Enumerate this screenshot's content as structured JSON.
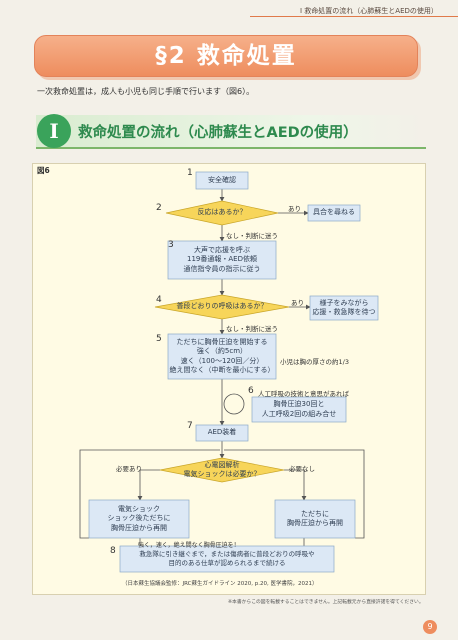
{
  "running_head": "Ⅰ 救命処置の流れ（心肺蘇生とAEDの使用）",
  "section_title": "§2 救命処置",
  "intro_text": "一次救命処置は，成人も小児も同じ手順で行います（図6）。",
  "heading": {
    "numeral": "Ⅰ",
    "title": "救命処置の流れ（心肺蘇生とAEDの使用）"
  },
  "figure": {
    "label": "図6",
    "steps": {
      "s1": {
        "num": "1",
        "text": "安全確認"
      },
      "s2": {
        "num": "2",
        "text": "反応はあるか？"
      },
      "s3": {
        "num": "3",
        "text": "大声で応援を呼ぶ\n119番通報・AED依頼\n通信指令員の指示に従う"
      },
      "s4": {
        "num": "4",
        "text": "普段どおりの呼吸はあるか？"
      },
      "s5": {
        "num": "5",
        "text": "ただちに胸骨圧迫を開始する\n強く（約5cm）\n速く（100～120回／分）\n絶え間なく（中断を最小にする）"
      },
      "s6": {
        "num": "6",
        "caption": "人工呼吸の技術と意思があれば",
        "text": "胸骨圧迫30回と\n人工呼吸2回の組み合せ"
      },
      "s7": {
        "num": "7",
        "text": "AED装着"
      },
      "ecg": {
        "text": "心電図解析\n電気ショックは必要か？"
      },
      "shock": {
        "text": "電気ショック\nショック後ただちに\n胸骨圧迫から再開"
      },
      "noshock": {
        "text": "ただちに\n胸骨圧迫から再開"
      },
      "s8": {
        "num": "8",
        "text": "救急隊に引き継ぐまで，または傷病者に普段どおりの呼吸や\n目的のある仕草が認められるまで続ける"
      }
    },
    "right_boxes": {
      "r1": "具合を尋ねる",
      "r2": "様子をみながら\n応援・救急隊を待つ"
    },
    "labels": {
      "yes1": "あり",
      "no1": "なし・判断に迷う",
      "yes2": "あり",
      "no2": "なし・判断に迷う",
      "child_note": "小児は胸の厚さの約1/3",
      "need": "必要あり",
      "noneed": "必要なし",
      "continue": "強く，速く，絶え間なく胸骨圧迫を！"
    },
    "citation": "（日本蘇生協議会監修：JRC蘇生ガイドライン 2020, p.20, 医学書院，2021）"
  },
  "footnote": "※本書からこの図を転載することはできません。上記転載元から直接許諾を得てください。",
  "page_number": "9",
  "colors": {
    "orange": "#ee8d5e",
    "green": "#3aa35b",
    "box_blue": "#dce8f5",
    "diamond_yellow": "#f7d55a"
  }
}
